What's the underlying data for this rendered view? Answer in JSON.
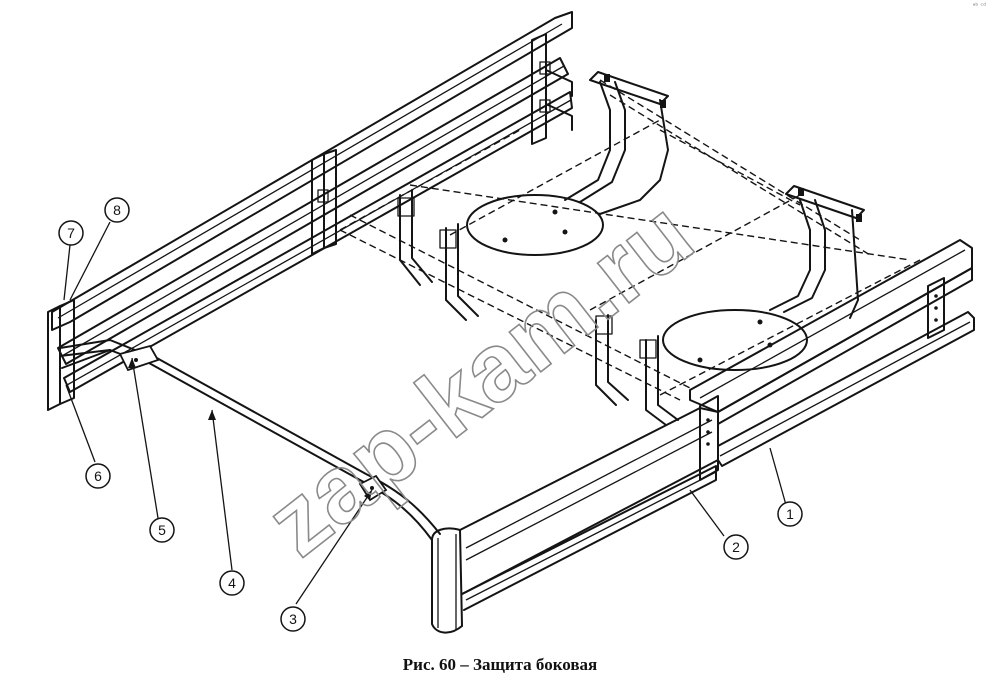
{
  "figure": {
    "caption": "Рис. 60 – Защита боковая",
    "watermark": "zap-kam.ru",
    "corner_mark": "ᵃᵇ ᶜᵈ"
  },
  "callouts": [
    {
      "id": "c1",
      "label": "1"
    },
    {
      "id": "c2",
      "label": "2"
    },
    {
      "id": "c3",
      "label": "3"
    },
    {
      "id": "c4",
      "label": "4"
    },
    {
      "id": "c5",
      "label": "5"
    },
    {
      "id": "c6",
      "label": "6"
    },
    {
      "id": "c7",
      "label": "7"
    },
    {
      "id": "c8",
      "label": "8"
    }
  ]
}
